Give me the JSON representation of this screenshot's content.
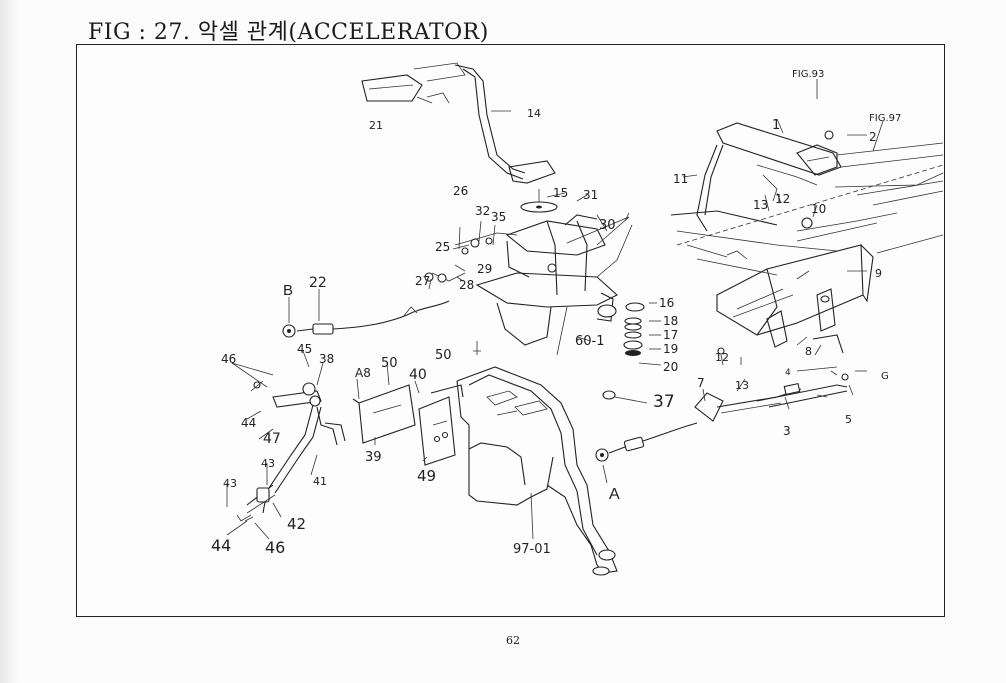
{
  "title": "FIG : 27. 악셀 관계(ACCELERATOR)",
  "page_number": "62",
  "references": {
    "fig93": "FIG.93",
    "fig97": "FIG.97"
  },
  "callouts": {
    "c1": "1",
    "c2": "2",
    "c3": "3",
    "c4": "4",
    "c5": "5",
    "c6": "G",
    "c7": "7",
    "c8": "8",
    "c9": "9",
    "c10": "10",
    "c11": "11",
    "c12a": "12",
    "c13a": "13",
    "c12b": "12",
    "c13b": "13",
    "c14": "14",
    "c15": "15",
    "c16": "16",
    "c17": "17",
    "c18": "18",
    "c19": "19",
    "c20": "20",
    "c21": "21",
    "c22": "22",
    "c25": "25",
    "c26": "26",
    "c27": "27",
    "c28": "28",
    "c29": "29",
    "c30": "30",
    "c31": "31",
    "c32": "32",
    "c35": "35",
    "c37": "37",
    "c38": "38",
    "c39": "39",
    "c40": "40",
    "c41": "41",
    "c42": "42",
    "c43a": "43",
    "c43b": "43",
    "c44a": "44",
    "c44b": "44",
    "c45": "45",
    "c46a": "46",
    "c46b": "46",
    "c47": "47",
    "c48": "A8",
    "c49": "49",
    "c50": "50",
    "c50b": "50",
    "c60": "60-1",
    "c97": "97-01",
    "cA": "A",
    "cB": "B"
  }
}
